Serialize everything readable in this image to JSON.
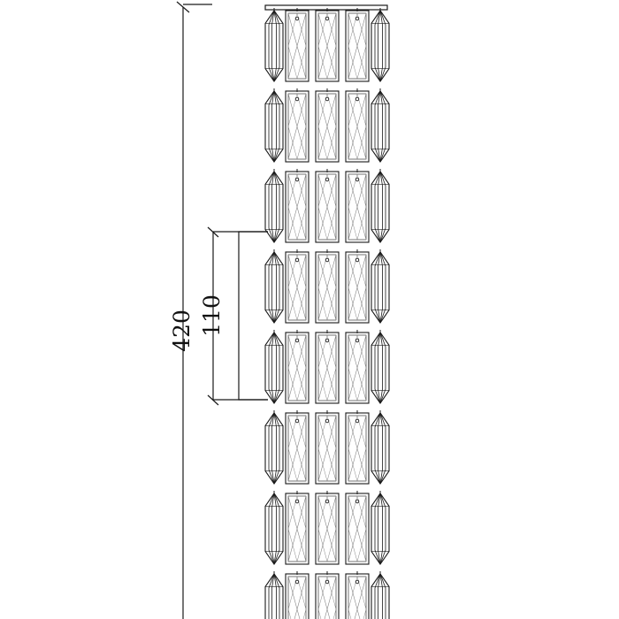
{
  "dimensions": {
    "total_height": "420",
    "segment_height": "110"
  },
  "drawing": {
    "rows_visible": 8,
    "crystals_per_row": 5,
    "line_color": "#1a1a1a",
    "background": "#ffffff"
  }
}
